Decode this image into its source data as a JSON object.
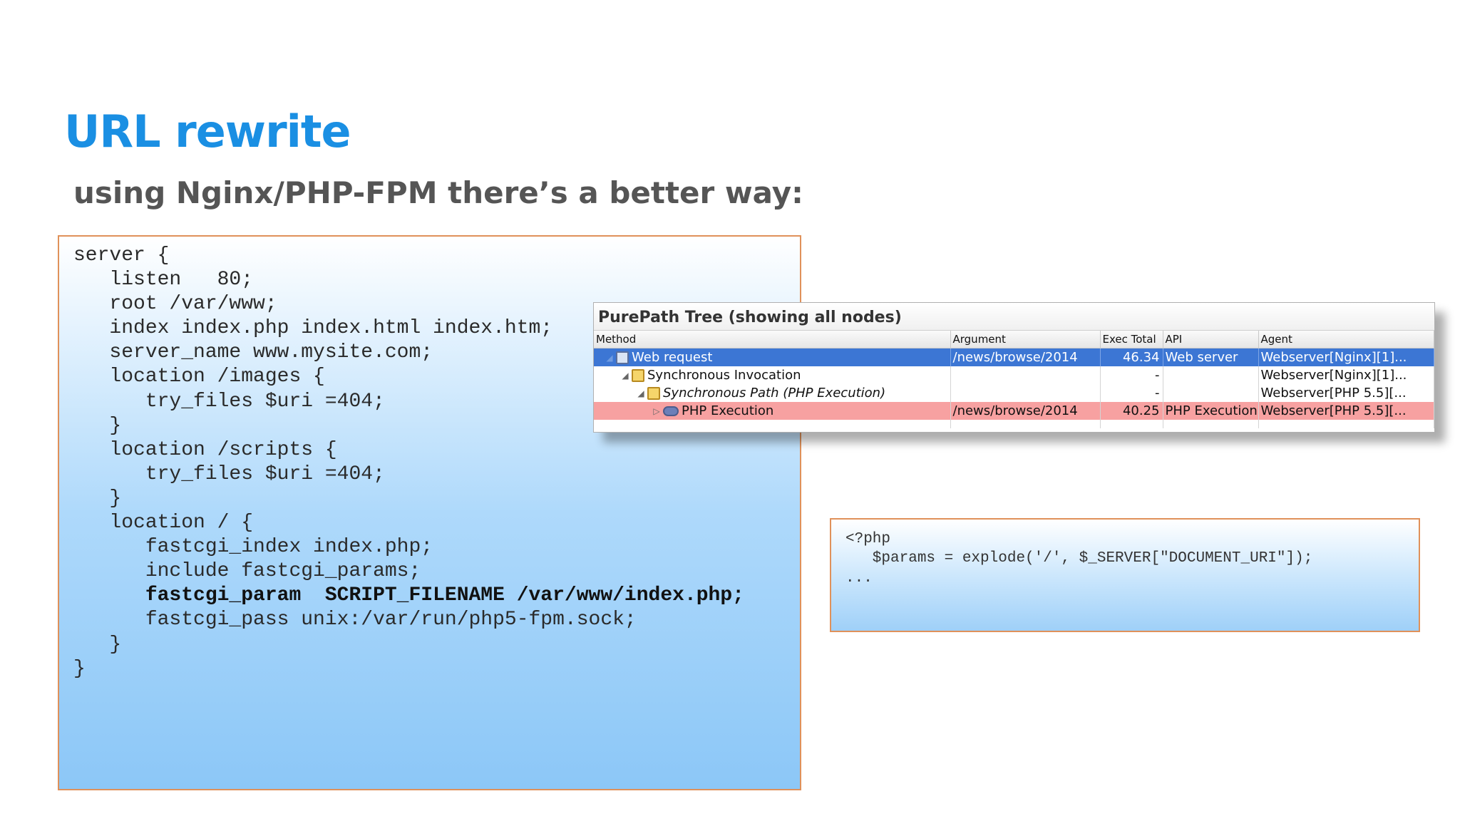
{
  "slide": {
    "title": "URL rewrite",
    "subtitle": "using Nginx/PHP-FPM there’s a better way:",
    "accent_color": "#1a8fe3"
  },
  "config_code": {
    "lines": [
      "server {",
      "   listen   80;",
      "   root /var/www;",
      "   index index.php index.html index.htm;",
      "   server_name www.mysite.com;",
      "",
      "   location /images {",
      "      try_files $uri =404;",
      "   }",
      "",
      "   location /scripts {",
      "      try_files $uri =404;",
      "   }",
      "",
      "   location / {",
      "      fastcgi_index index.php;",
      "      include fastcgi_params;",
      "      fastcgi_param  SCRIPT_FILENAME /var/www/index.php;",
      "      fastcgi_pass unix:/var/run/php5-fpm.sock;",
      "   }",
      "",
      "}"
    ]
  },
  "php_code": {
    "lines": [
      "<?php",
      "",
      "   $params = explode('/', $_SERVER[\"DOCUMENT_URI\"]);",
      "..."
    ]
  },
  "purepath": {
    "title": "PurePath Tree (showing all nodes)",
    "columns": {
      "method": "Method",
      "argument": "Argument",
      "exec_total": "Exec Total",
      "api": "API",
      "agent": "Agent"
    },
    "rows": [
      {
        "method": "Web request",
        "argument": "/news/browse/2014",
        "exec_total": "46.34",
        "api": "Web server",
        "agent": "Webserver[Nginx][1]..."
      },
      {
        "method": "Synchronous Invocation",
        "argument": "",
        "exec_total": "-",
        "api": "",
        "agent": "Webserver[Nginx][1]..."
      },
      {
        "method": "Synchronous Path (PHP Execution)",
        "argument": "",
        "exec_total": "-",
        "api": "",
        "agent": "Webserver[PHP 5.5][..."
      },
      {
        "method": "PHP Execution",
        "argument": "/news/browse/2014",
        "exec_total": "40.25",
        "api": "PHP Execution",
        "agent": "Webserver[PHP 5.5][..."
      }
    ],
    "selected_row_color": "#3c76d4",
    "highlight_row_color": "#f7a1a1"
  }
}
